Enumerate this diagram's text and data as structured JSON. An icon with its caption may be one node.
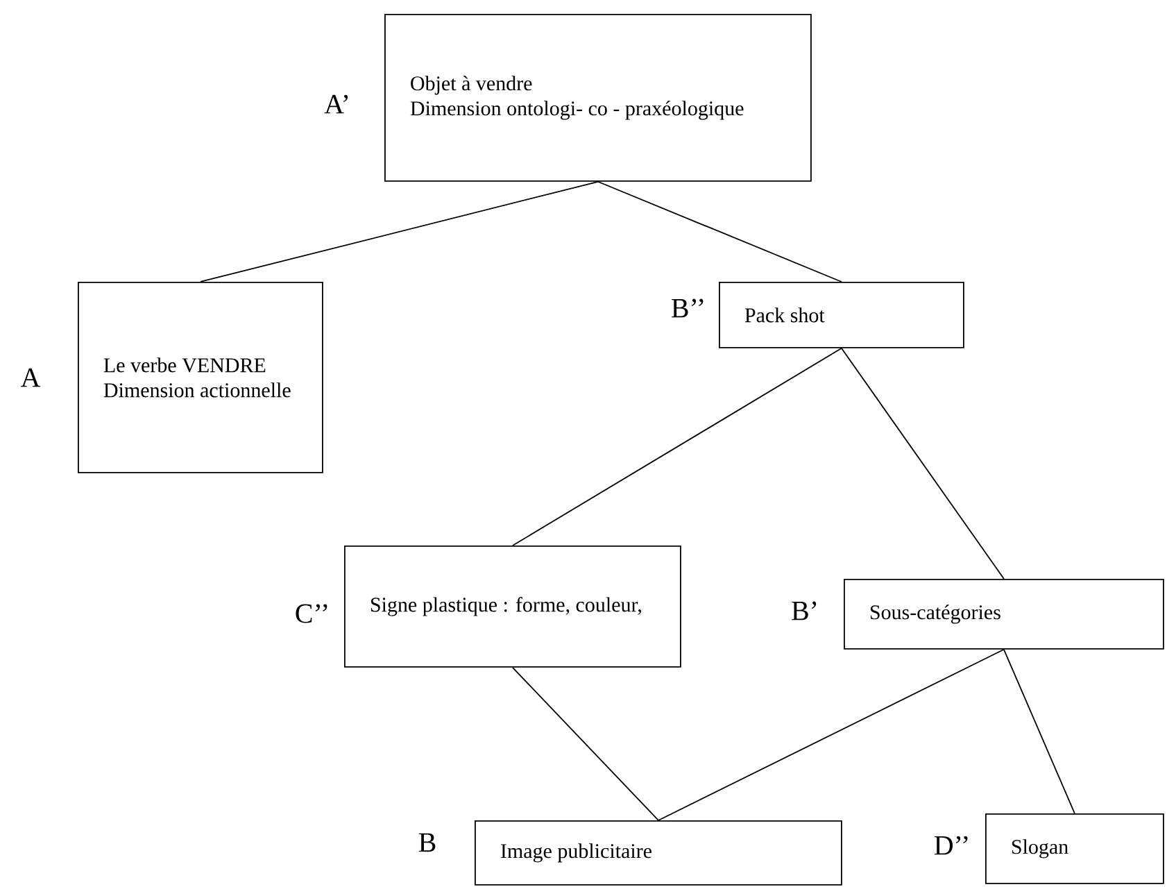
{
  "diagram": {
    "nodes": [
      {
        "text": [
          "Objet à vendre",
          "Dimension ontologi- co - praxéologique"
        ],
        "beside": [
          "A’"
        ]
      },
      {
        "text": [
          "Le verbe VENDRE",
          "Dimension actionnelle"
        ],
        "beside": [
          "A"
        ]
      },
      {
        "text": [
          "Pack shot"
        ],
        "beside": [
          "B’’"
        ]
      },
      {
        "text": [
          "Signe plastique : forme, couleur,"
        ],
        "beside": [
          "C’’"
        ]
      },
      {
        "text": [
          "Sous-catégories"
        ],
        "beside": [
          "B’"
        ]
      },
      {
        "text": [
          "Image publicitaire"
        ],
        "beside": [
          "B"
        ]
      },
      {
        "text": [
          "Slogan"
        ],
        "beside": [
          "D’’"
        ]
      }
    ],
    "edges": [
      {
        "from": 0,
        "to": 1,
        "arrow": "none"
      },
      {
        "from": 0,
        "to": 2,
        "arrow": "none"
      },
      {
        "from": 2,
        "to": 3,
        "arrow": "none"
      },
      {
        "from": 2,
        "to": 4,
        "arrow": "none"
      },
      {
        "from": 3,
        "to": 5,
        "arrow": "none"
      },
      {
        "from": 4,
        "to": 5,
        "arrow": "none"
      },
      {
        "from": 4,
        "to": 6,
        "arrow": "none"
      }
    ]
  }
}
